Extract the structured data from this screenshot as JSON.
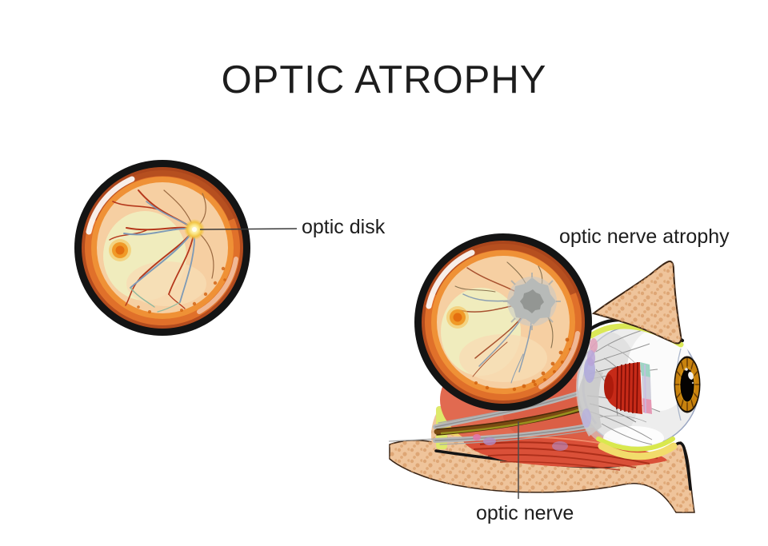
{
  "title": "OPTIC ATROPHY",
  "labels": {
    "optic_disk": "optic disk",
    "optic_nerve_atrophy": "optic nerve atrophy",
    "optic_nerve": "optic nerve"
  },
  "palette": {
    "background": "#FFFFFF",
    "text": "#1D1D1D",
    "fundus_ring_black": "#141414",
    "fundus_rim_orange": "#E8792A",
    "fundus_rim_dark": "#A8441C",
    "fundus_interior_peach": "#F6CFA2",
    "fundus_center_pale": "#EFF2C4",
    "optic_disk_glow": "#FBE98C",
    "atrophic_disc_gray": "#B7BAB8",
    "atrophic_disc_core": "#939693",
    "macula_orange": "#F09A28",
    "artery_red": "#B5381C",
    "vein_blue": "#7E9AB6",
    "sclera_white": "#EDEDED",
    "iris_amber": "#C8820E",
    "pupil_black": "#050302",
    "muscle_red": "#DA5038",
    "soft_tissue_salmon": "#E16A50",
    "bone_tan": "#EFC49B",
    "bone_dots": "#D79B66",
    "fat_yellow": "#F5D967",
    "membrane_chartreuse": "#DFE96B",
    "nerve_brown": "#7A4A12",
    "nerve_sheath_gray": "#B6B6B6",
    "ciliary_fan_red": "#C62A18"
  }
}
